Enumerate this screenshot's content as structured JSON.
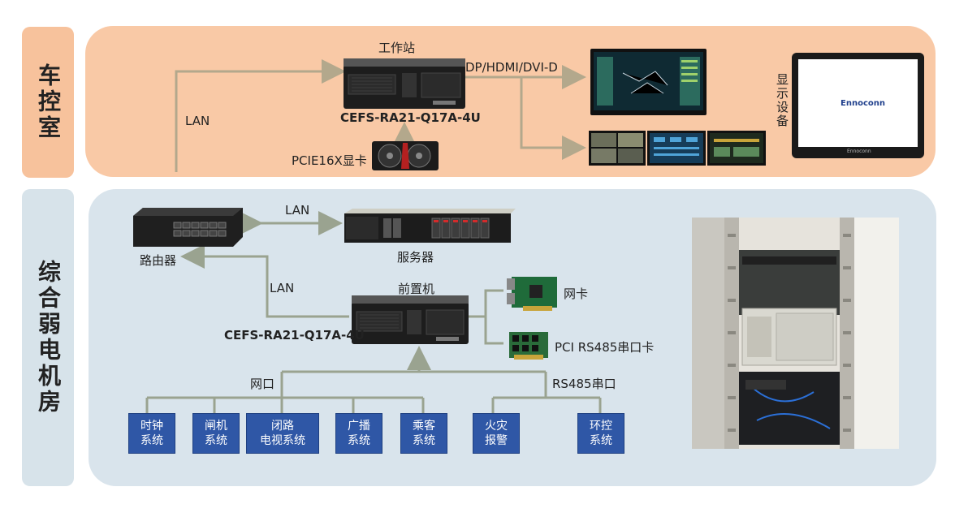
{
  "colors": {
    "top_panel": "#f9c9a6",
    "bottom_panel": "#d9e4ec",
    "top_label": "#f7c29c",
    "bottom_label": "#d7e3ea",
    "connector_top": "#b3a88c",
    "connector_bottom": "#9aa390",
    "system_box": "#2f57a6"
  },
  "control_room": {
    "label": "车控室",
    "workstation_title": "工作站",
    "workstation_model": "CEFS-RA21-Q17A-4U",
    "lan_label": "LAN",
    "gpu_label": "PCIE16X显卡",
    "video_output_label": "DP/HDMI/DVI-D",
    "display_label": "显示设备",
    "display_brand": "Ennoconn",
    "display_brand_sub": "Ennoconn"
  },
  "equipment_room": {
    "label": "综合弱电机房",
    "router_label": "路由器",
    "router_server_link": "LAN",
    "server_label": "服务器",
    "frontend_title": "前置机",
    "frontend_model": "CEFS-RA21-Q17A-4U",
    "frontend_router_link": "LAN",
    "nic_label": "网卡",
    "serial_card_label": "PCI RS485串口卡",
    "ethernet_bus_label": "网口",
    "rs485_bus_label": "RS485串口",
    "systems": [
      {
        "line1": "时钟",
        "line2": "系统"
      },
      {
        "line1": "闸机",
        "line2": "系统"
      },
      {
        "line1": "闭路",
        "line2": "电视系统"
      },
      {
        "line1": "广播",
        "line2": "系统"
      },
      {
        "line1": "乘客",
        "line2": "系统"
      },
      {
        "line1": "火灾",
        "line2": "报警"
      },
      {
        "line1": "环控",
        "line2": "系统"
      }
    ]
  }
}
